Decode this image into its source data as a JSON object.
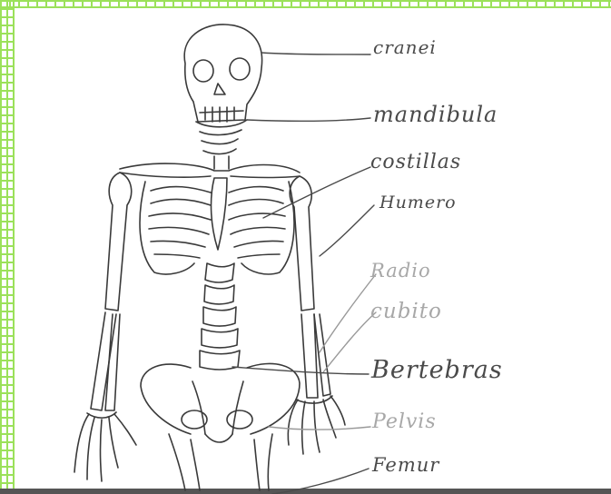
{
  "labels": {
    "craneo": "cranei",
    "mandibula": "mandibula",
    "costillas": "costillas",
    "humero": "Humero",
    "radio": "Radio",
    "cubito": "cubito",
    "vertebras": "Bertebras",
    "pelvis": "Pelvis",
    "femur": "Femur"
  },
  "colors": {
    "border": "#9be15a",
    "ink": "#4a4a4a",
    "faint_ink": "#a8a8a8"
  }
}
